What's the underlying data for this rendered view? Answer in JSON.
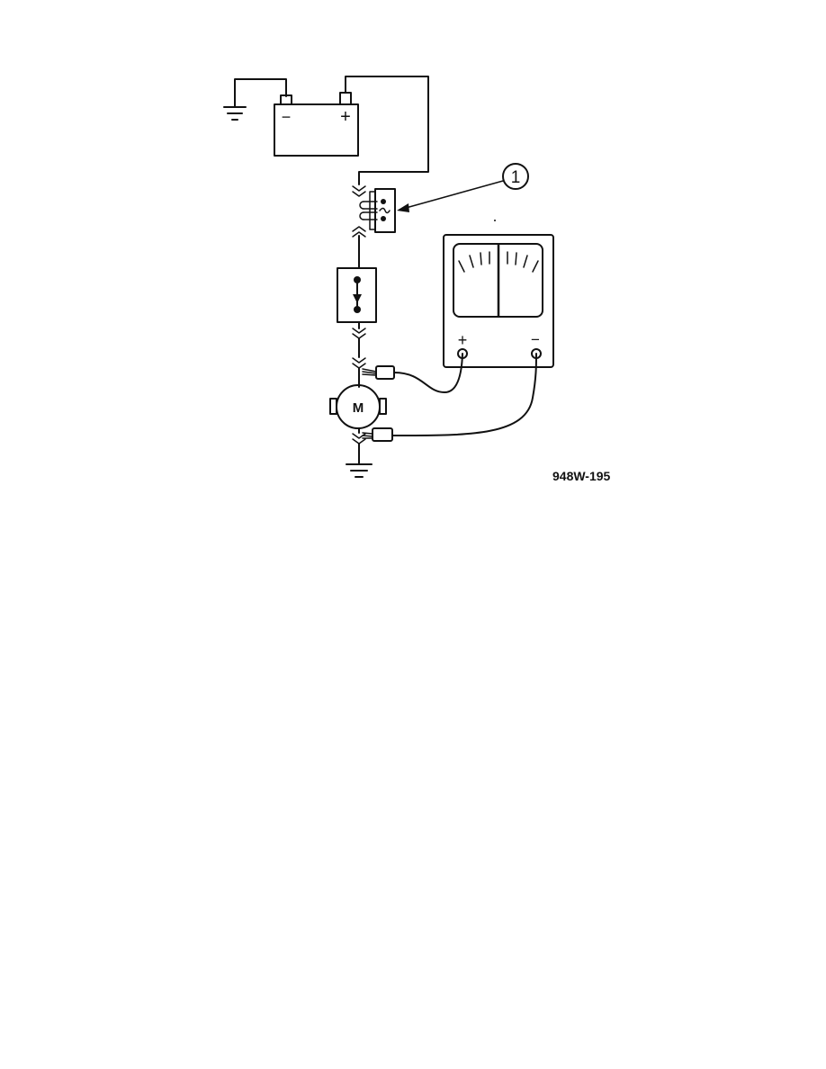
{
  "battery": {
    "neg_symbol": "−",
    "pos_symbol": "+"
  },
  "callout": {
    "number": "1"
  },
  "motor": {
    "symbol": "M"
  },
  "meter": {
    "pos_symbol": "+",
    "neg_symbol": "−"
  },
  "figure": {
    "id": "948W-195"
  }
}
